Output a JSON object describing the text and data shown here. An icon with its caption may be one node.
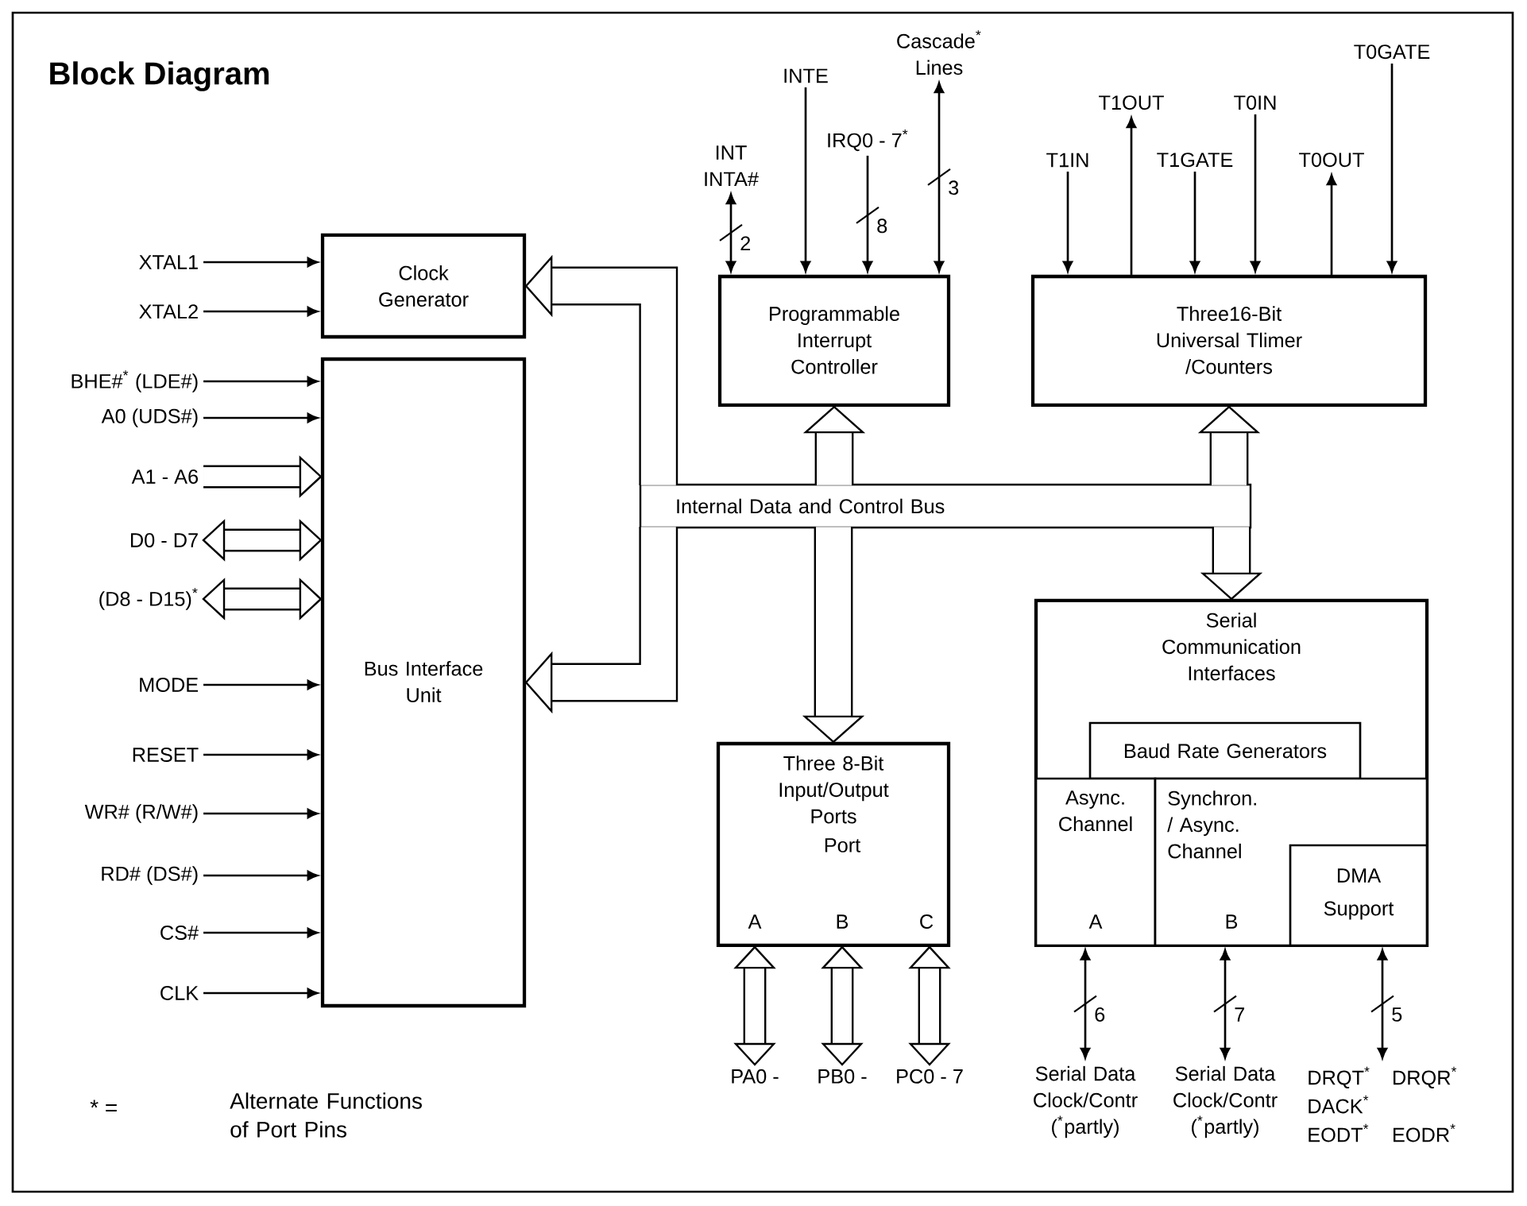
{
  "diagram": {
    "title": "Block Diagram",
    "nodes": [
      {
        "text": [
          "Clock Generator"
        ]
      },
      {
        "text": [
          "Bus Interface Unit"
        ]
      },
      {
        "text": [
          "Programmable Interrupt Controller"
        ]
      },
      {
        "text": [
          "Three16-Bit Universal Tlimer /Counters"
        ]
      },
      {
        "text": [
          "Three 8-Bit Input/Output Ports",
          "Port",
          "A",
          "B",
          "C"
        ]
      },
      {
        "text": [
          "Serial Communication Interfaces"
        ]
      },
      {
        "text": [
          "Baud Rate Generators"
        ],
        "in": 5
      },
      {
        "text": [
          "Async. Channel",
          "A"
        ],
        "in": 5
      },
      {
        "text": [
          "Synchron. / Async. Channel",
          "B"
        ],
        "in": 5
      },
      {
        "text": [
          "DMA",
          "Support"
        ],
        "in": 8
      },
      {
        "text": [
          "XTAL1"
        ]
      },
      {
        "text": [
          "XTAL2"
        ]
      },
      {
        "text": [
          "BHE#$^{*}$ (LDE#)"
        ]
      },
      {
        "text": [
          "A0 (UDS#)"
        ]
      },
      {
        "text": [
          "A1 - A6"
        ]
      },
      {
        "text": [
          "D0 - D7"
        ]
      },
      {
        "text": [
          "(D8 - D15)$^{*}$"
        ]
      },
      {
        "text": [
          "MODE"
        ]
      },
      {
        "text": [
          "RESET"
        ]
      },
      {
        "text": [
          "WR# (R/W#)"
        ]
      },
      {
        "text": [
          "RD# (DS#)"
        ]
      },
      {
        "text": [
          "CS#"
        ]
      },
      {
        "text": [
          "CLK"
        ]
      },
      {
        "text": [
          "INT",
          "INTA#"
        ]
      },
      {
        "text": [
          "INTE"
        ]
      },
      {
        "text": [
          "IRQ0 - 7$^{*}$"
        ]
      },
      {
        "text": [
          "Cascade$^{*}$ Lines"
        ]
      },
      {
        "text": [
          "T1IN"
        ]
      },
      {
        "text": [
          "T1OUT"
        ]
      },
      {
        "text": [
          "T1GATE"
        ]
      },
      {
        "text": [
          "T0IN"
        ]
      },
      {
        "text": [
          "T0OUT"
        ]
      },
      {
        "text": [
          "T0GATE"
        ]
      },
      {
        "text": [
          "PA0 -"
        ]
      },
      {
        "text": [
          "PB0 -"
        ]
      },
      {
        "text": [
          "PC0 - 7"
        ]
      },
      {
        "text": [
          "Serial Data Clock/Contr ($^{*}$partly)"
        ]
      },
      {
        "text": [
          "Serial Data Clock/Contr ($^{*}$partly)"
        ]
      },
      {
        "text": [
          "DRQT$^{*}$",
          "DRQR$^{*}$",
          "DACK$^{*}$",
          "EODT$^{*}$",
          "EODR$^{*}$"
        ]
      },
      {
        "text": [
          "Internal Data and Control Bus"
        ]
      }
    ],
    "edges": [
      {
        "from": 39,
        "to": 0,
        "arrow": "to",
        "style": "thick"
      },
      {
        "from": 39,
        "to": 1,
        "arrow": "to",
        "style": "thick"
      },
      {
        "from": 39,
        "to": 2,
        "arrow": "to",
        "style": "thick"
      },
      {
        "from": 39,
        "to": 3,
        "arrow": "to",
        "style": "thick"
      },
      {
        "from": 39,
        "to": 4,
        "arrow": "to",
        "style": "thick"
      },
      {
        "from": 39,
        "to": 5,
        "arrow": "to",
        "style": "thick"
      },
      {
        "from": 10,
        "to": 0,
        "arrow": "to"
      },
      {
        "from": 11,
        "to": 0,
        "arrow": "to"
      },
      {
        "from": 12,
        "to": 1,
        "arrow": "to"
      },
      {
        "from": 13,
        "to": 1,
        "arrow": "to"
      },
      {
        "from": 14,
        "to": 1,
        "arrow": "to",
        "style": "thick"
      },
      {
        "from": 15,
        "to": 1,
        "arrow": "both",
        "style": "thick"
      },
      {
        "from": 16,
        "to": 1,
        "arrow": "both",
        "style": "thick"
      },
      {
        "from": 17,
        "to": 1,
        "arrow": "to"
      },
      {
        "from": 18,
        "to": 1,
        "arrow": "to"
      },
      {
        "from": 19,
        "to": 1,
        "arrow": "to"
      },
      {
        "from": 20,
        "to": 1,
        "arrow": "to"
      },
      {
        "from": 21,
        "to": 1,
        "arrow": "to"
      },
      {
        "from": 22,
        "to": 1,
        "arrow": "to"
      },
      {
        "from": 23,
        "to": 2,
        "arrow": "both",
        "label": "2"
      },
      {
        "from": 24,
        "to": 2,
        "arrow": "to"
      },
      {
        "from": 25,
        "to": 2,
        "arrow": "to",
        "label": "8"
      },
      {
        "from": 2,
        "to": 26,
        "arrow": "both",
        "label": "3"
      },
      {
        "from": 27,
        "to": 3,
        "arrow": "to"
      },
      {
        "from": 3,
        "to": 28,
        "arrow": "to"
      },
      {
        "from": 29,
        "to": 3,
        "arrow": "to"
      },
      {
        "from": 30,
        "to": 3,
        "arrow": "to"
      },
      {
        "from": 3,
        "to": 31,
        "arrow": "to"
      },
      {
        "from": 32,
        "to": 3,
        "arrow": "to"
      },
      {
        "from": 4,
        "to": 33,
        "arrow": "both",
        "style": "thick"
      },
      {
        "from": 4,
        "to": 34,
        "arrow": "both",
        "style": "thick"
      },
      {
        "from": 4,
        "to": 35,
        "arrow": "both",
        "style": "thick"
      },
      {
        "from": 7,
        "to": 36,
        "arrow": "both",
        "label": "6"
      },
      {
        "from": 8,
        "to": 37,
        "arrow": "both",
        "label": "7"
      },
      {
        "from": 9,
        "to": 38,
        "arrow": "both",
        "label": "5"
      }
    ],
    "labels": [
      "* =",
      "Alternate Functions of Port Pins"
    ]
  }
}
